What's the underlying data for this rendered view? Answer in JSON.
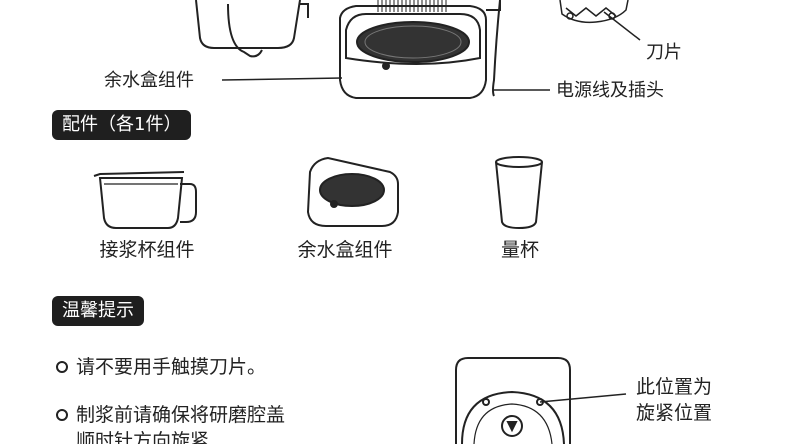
{
  "top_labels": {
    "blade": "刀片",
    "drip_tray": "余水盒组件",
    "power_cord": "电源线及插头"
  },
  "accessories": {
    "heading": "配件（各1件）",
    "items": [
      {
        "label": "接浆杯组件",
        "icon": "pitcher-icon"
      },
      {
        "label": "余水盒组件",
        "icon": "drip-tray-icon"
      },
      {
        "label": "量杯",
        "icon": "measuring-cup-icon"
      }
    ]
  },
  "tips": {
    "heading": "温馨提示",
    "items": [
      "请不要用手触摸刀片。",
      "制浆前请确保将研磨腔盖",
      "顺时针方向旋紧"
    ]
  },
  "callout": {
    "line1": "此位置为",
    "line2": "旋紧位置"
  }
}
